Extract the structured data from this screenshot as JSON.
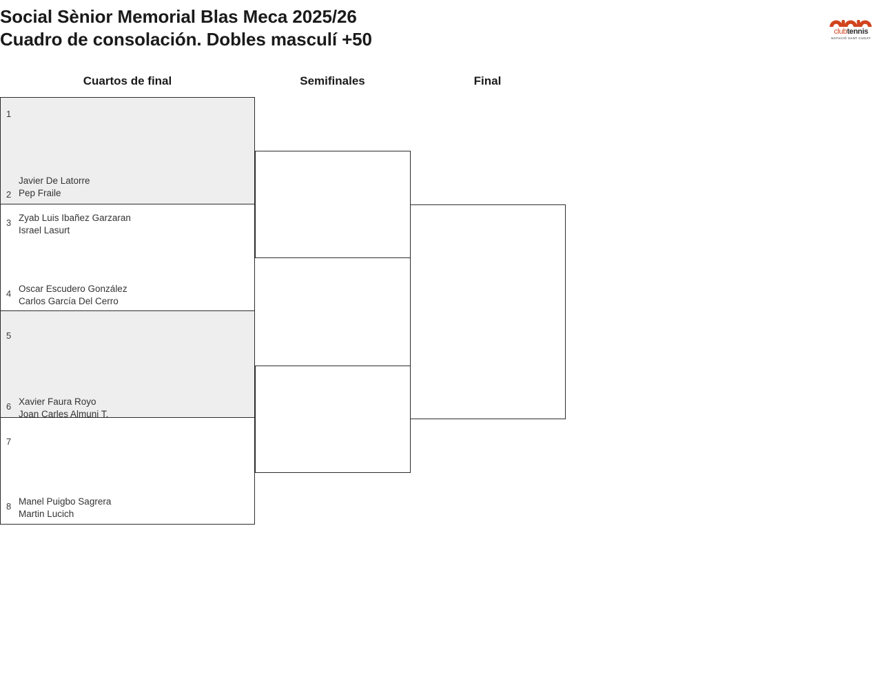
{
  "header": {
    "title_line1": "Social Sènior Memorial Blas Meca 2025/26",
    "title_line2": "Cuadro de consolación. Dobles masculí +50"
  },
  "logo": {
    "word_club": "club",
    "word_tennis": "tennis",
    "subtitle": "NATACIÓ SANT CUGAT",
    "arch_color": "#D1441E",
    "text_color": "#2b2b2b"
  },
  "rounds": [
    {
      "id": "quarterfinals",
      "label": "Cuartos de final"
    },
    {
      "id": "semifinals",
      "label": "Semifinales"
    },
    {
      "id": "final",
      "label": "Final"
    }
  ],
  "colors": {
    "shaded_row": "#eeeeee",
    "plain_row": "#ffffff",
    "border": "#2b2b2b",
    "seed_text": "#3a3a3a",
    "team_text": "#333333",
    "title_text": "#1a1a1a"
  },
  "bracket": {
    "quarterfinals": [
      {
        "match": 1,
        "shaded": true,
        "top": {
          "seed": "1",
          "player1": "",
          "player2": ""
        },
        "bottom": {
          "seed": "2",
          "player1": "Javier De Latorre",
          "player2": "Pep Fraile"
        }
      },
      {
        "match": 2,
        "shaded": false,
        "top": {
          "seed": "3",
          "player1": "Zyab Luis Ibañez Garzaran",
          "player2": "Israel Lasurt"
        },
        "bottom": {
          "seed": "4",
          "player1": "Oscar Escudero González",
          "player2": "Carlos García Del Cerro"
        }
      },
      {
        "match": 3,
        "shaded": true,
        "top": {
          "seed": "5",
          "player1": "",
          "player2": ""
        },
        "bottom": {
          "seed": "6",
          "player1": "Xavier Faura Royo",
          "player2": "Joan Carles Almuni T."
        }
      },
      {
        "match": 4,
        "shaded": false,
        "top": {
          "seed": "7",
          "player1": "",
          "player2": ""
        },
        "bottom": {
          "seed": "8",
          "player1": "Manel Puigbo Sagrera",
          "player2": "Martin Lucich"
        }
      }
    ],
    "semifinals": [
      {
        "match": 1,
        "player1": "",
        "player2": ""
      },
      {
        "match": 2,
        "player1": "",
        "player2": ""
      }
    ],
    "final": [
      {
        "match": 1,
        "player1": "",
        "player2": ""
      }
    ]
  }
}
